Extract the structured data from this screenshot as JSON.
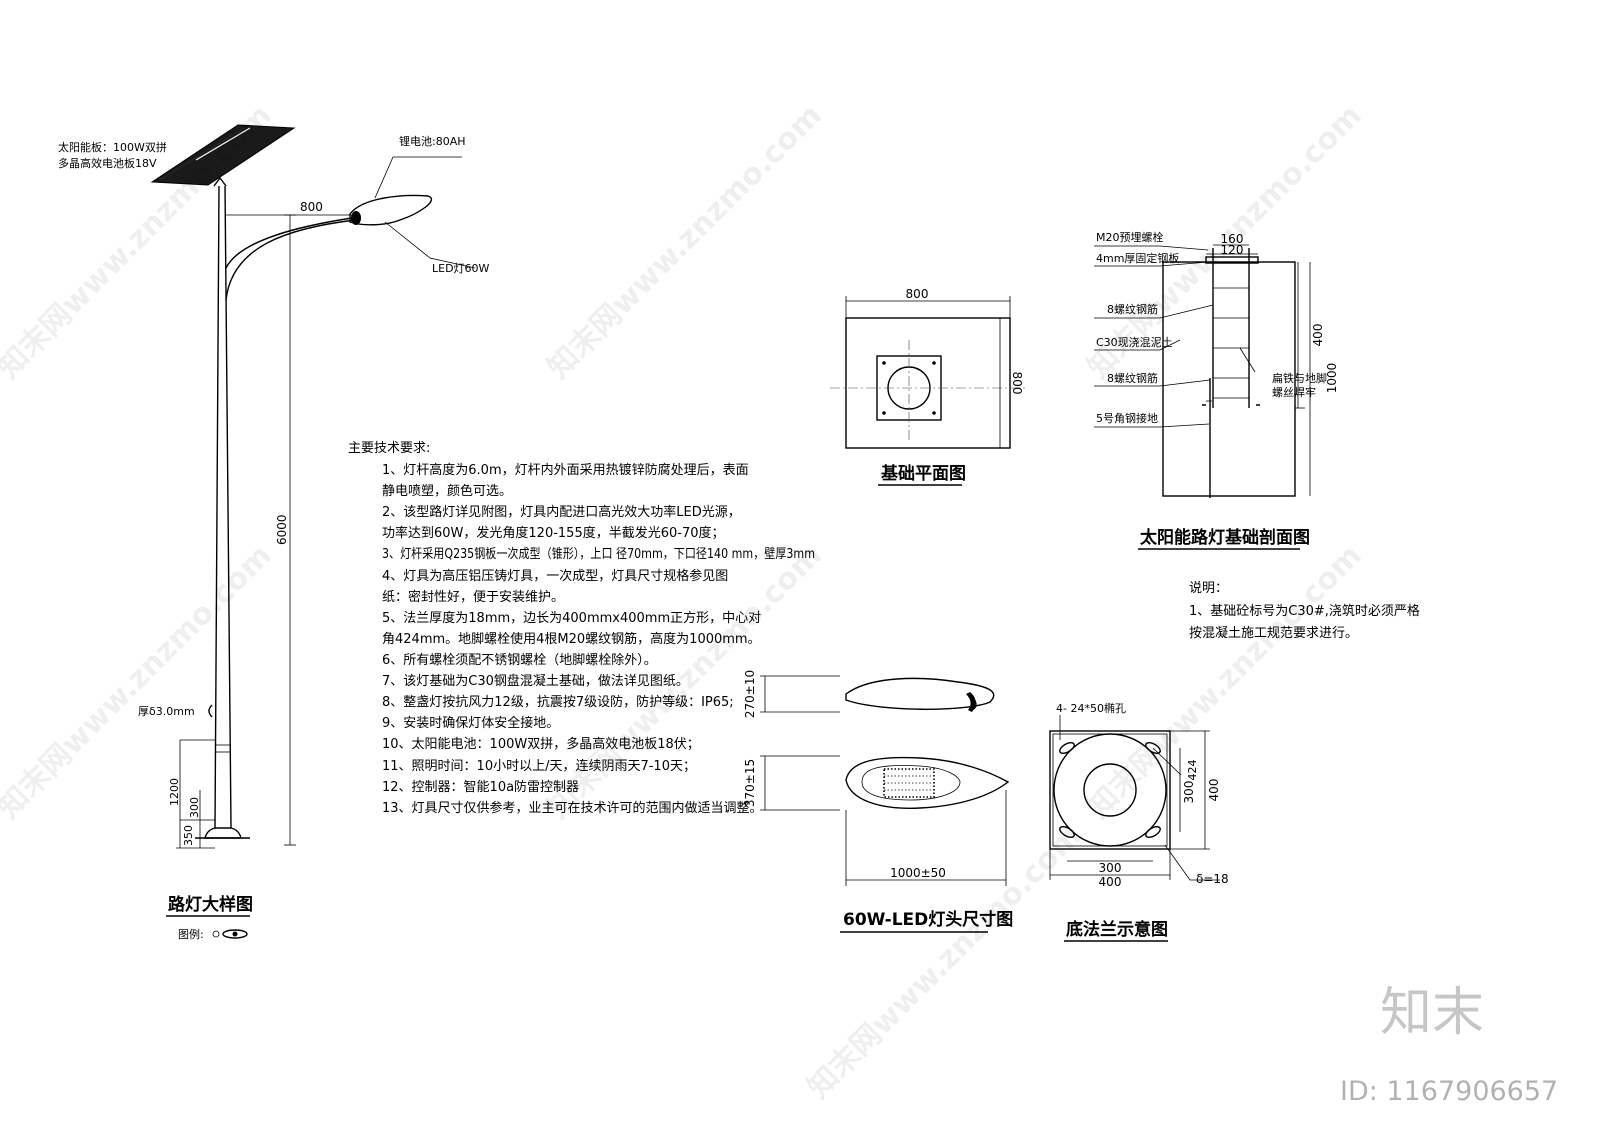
{
  "pole": {
    "solar_panel_line1": "太阳能板：100W双拼",
    "solar_panel_line2": "多晶高效电池板18V",
    "battery": "锂电池:80AH",
    "lamp": "LED灯60W",
    "arm_length": "800",
    "height": "6000",
    "wall": "厚δ3.0mm",
    "base_1200": "1200",
    "base_300": "300",
    "base_350": "350",
    "title": "路灯大样图",
    "legend_label": "图例:"
  },
  "requirements": {
    "heading": "主要技术要求:",
    "lines": [
      "1、灯杆高度为6.0m，灯杆内外面采用热镀锌防腐处理后，表面",
      "静电喷塑，颜色可选。",
      "2、该型路灯详见附图，灯具内配进口高光效大功率LED光源，",
      "功率达到60W，发光角度120-155度，半截发光60-70度；",
      "3、灯杆采用Q235钢板一次成型（锥形），上口 径70mm，下口径140 mm，壁厚3mm",
      "4、灯具为高压铝压铸灯具，一次成型，灯具尺寸规格参见图",
      "纸：密封性好，便于安装维护。",
      "5、法兰厚度为18mm，边长为400mmx400mm正方形，中心对",
      "角424mm。地脚螺栓使用4根M20螺纹钢筋，高度为1000mm。",
      "6、所有螺栓须配不锈钢螺栓（地脚螺栓除外）。",
      "7、该灯基础为C30钢盘混凝土基础，做法详见图纸。",
      "8、整盏灯按抗风力12级，抗震按7级设防，防护等级：IP65;",
      "9、安装时确保灯体安全接地。",
      "10、太阳能电池：100W双拼，多晶高效电池板18伏；",
      "11、照明时间：10小时以上/天，连续阴雨天7-10天；",
      "12、控制器：智能10a防雷控制器",
      "13、灯具尺寸仅供参考，业主可在技术许可的范围内做适当调整。"
    ]
  },
  "foundation_plan": {
    "dim_top": "800",
    "dim_right": "800",
    "title": "基础平面图"
  },
  "section": {
    "labels": [
      "M20预埋螺栓",
      "4mm厚固定钢板",
      "8螺纹钢筋",
      "C30现浇混泥土",
      "8螺纹钢筋",
      "5号角钢接地"
    ],
    "weld_line1": "扁铁与地脚",
    "weld_line2": "螺丝焊牢",
    "dim_160": "160",
    "dim_120": "120",
    "dim_400": "400",
    "dim_1000": "1000",
    "title": "太阳能路灯基础剖面图"
  },
  "notes": {
    "heading": "说明：",
    "line1": "1、基础砼标号为C30#,浇筑时必须严格",
    "line2": "按混凝土施工规范要求进行。"
  },
  "lamp_head": {
    "dim_height": "270±10",
    "dim_width": "370±15",
    "dim_length": "1000±50",
    "title": "60W-LED灯头尺寸图"
  },
  "flange": {
    "holes": "4- 24*50椭孔",
    "dim_424": "424",
    "dim_300v": "300",
    "dim_400v": "400",
    "dim_300h": "300",
    "dim_400h": "400",
    "thickness": "δ=18",
    "title": "底法兰示意图"
  },
  "watermark": {
    "text": "知末网www.znzmo.com",
    "brand": "知末",
    "id": "ID: 1167906657"
  }
}
